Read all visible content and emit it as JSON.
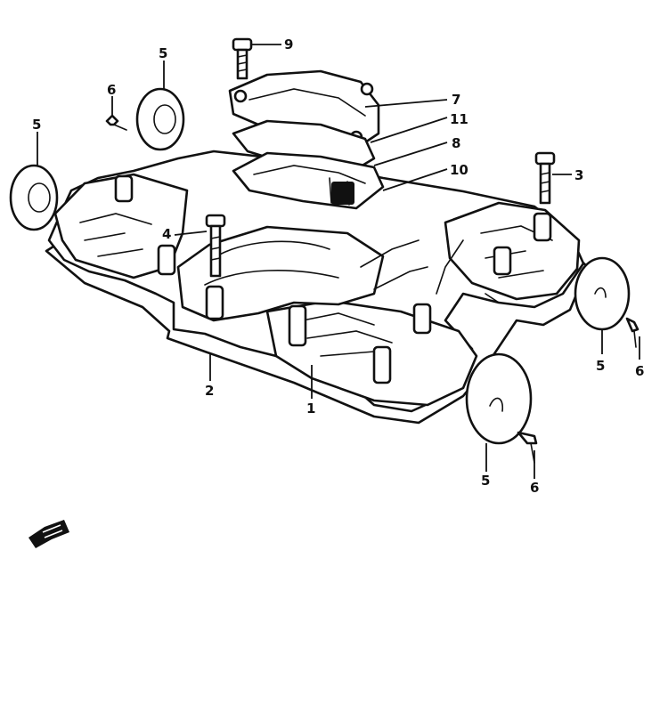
{
  "diagram": {
    "type": "exploded-parts-view",
    "callouts": {
      "c1": "1",
      "c2": "2",
      "c3": "3",
      "c4": "4",
      "c5a": "5",
      "c5b": "5",
      "c5c": "5",
      "c5d": "5",
      "c6a": "6",
      "c6b": "6",
      "c6c": "6",
      "c7": "7",
      "c8": "8",
      "c9": "9",
      "c10": "10",
      "c11": "11"
    }
  }
}
